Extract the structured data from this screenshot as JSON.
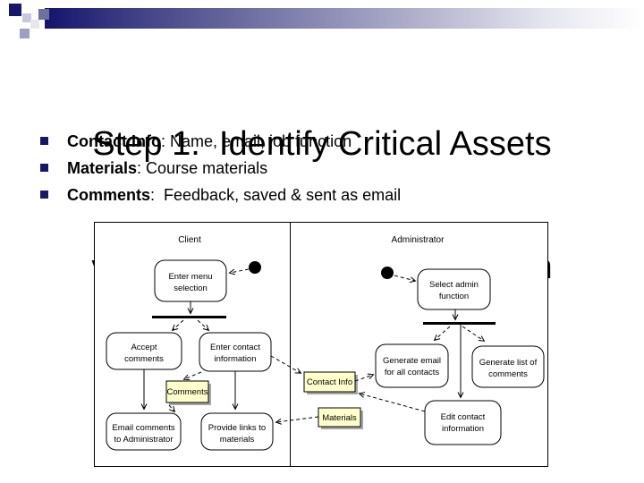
{
  "slide": {
    "title_line1": "Step 1.  Identify Critical Assets",
    "title_line2": "via Business Process Diagram",
    "bullets": [
      {
        "lead": "Contact Info",
        "rest": ": Name, email, job function"
      },
      {
        "lead": "Materials",
        "rest": ": Course materials"
      },
      {
        "lead": "Comments",
        "rest": ":  Feedback, saved & sent as email"
      }
    ]
  },
  "colors": {
    "accent_navy": "#16166b",
    "banner_gradient_start": "#14146e",
    "banner_gradient_end": "#ffffff",
    "note_fill": "#ffffcc",
    "note_shadow": "#a6a6a6",
    "diagram_stroke": "#000000"
  },
  "diagram": {
    "lanes": [
      {
        "label": "Client"
      },
      {
        "label": "Administrator"
      }
    ],
    "activities": {
      "enter_menu": {
        "line1": "Enter menu",
        "line2": "selection"
      },
      "accept": {
        "line1": "Accept",
        "line2": "comments"
      },
      "enter_contact": {
        "line1": "Enter contact",
        "line2": "information"
      },
      "email": {
        "line1": "Email comments",
        "line2": "to Administrator"
      },
      "provide": {
        "line1": "Provide links to",
        "line2": "materials"
      },
      "select_admin": {
        "line1": "Select admin",
        "line2": "function"
      },
      "gen_email": {
        "line1": "Generate email",
        "line2": "for all contacts"
      },
      "gen_list": {
        "line1": "Generate list of",
        "line2": "comments"
      },
      "edit_contact": {
        "line1": "Edit contact",
        "line2": "information"
      }
    },
    "notes": {
      "comments": "Comments",
      "contact_info": "Contact Info",
      "materials": "Materials"
    }
  }
}
